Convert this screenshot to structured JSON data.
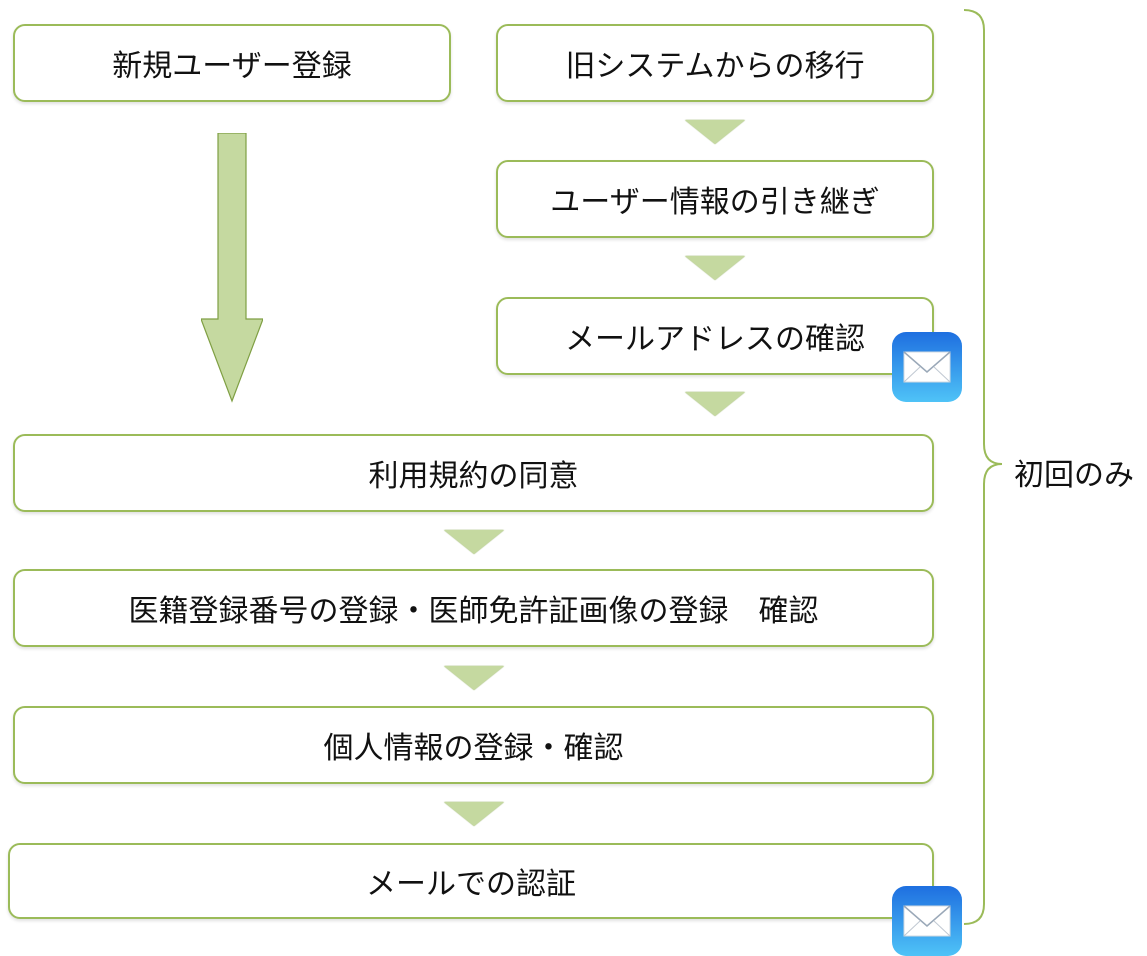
{
  "boxes": {
    "new_user": "新規ユーザー登録",
    "migration": "旧システムからの移行",
    "user_info_transfer": "ユーザー情報の引き継ぎ",
    "email_confirm": "メールアドレスの確認",
    "terms_agree": "利用規約の同意",
    "registration_license": "医籍登録番号の登録・医師免許証画像の登録　確認",
    "personal_info": "個人情報の登録・確認",
    "email_auth": "メールでの認証"
  },
  "brace_label": "初回のみ",
  "icons": {
    "mail": "mail-icon"
  },
  "colors": {
    "box_border": "#9bbb59",
    "arrow_fill": "#c5d9a0",
    "mail_icon": "#1e88e5"
  }
}
